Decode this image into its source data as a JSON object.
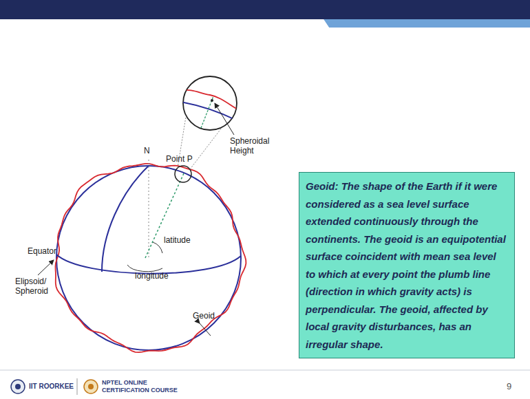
{
  "diagram": {
    "nodes": [
      {
        "text": [
          "Geoid: The shape of the Earth if it were considered as a sea level surface extended continuously through the continents. The geoid is an equipotential surface coincident with mean sea level to which at every point the plumb line (direction in which gravity acts) is perpendicular. The geoid, affected by local gravity disturbances, has an irregular shape."
        ]
      }
    ],
    "labels": [
      "N",
      "Point P",
      "Spheroidal Height",
      "latitude",
      "longitude",
      "Equator",
      "Elipsoid/ Spheroid",
      "Geoid",
      "IIT ROORKEE",
      "NPTEL ONLINE CERTIFICATION COURSE",
      "9"
    ]
  }
}
